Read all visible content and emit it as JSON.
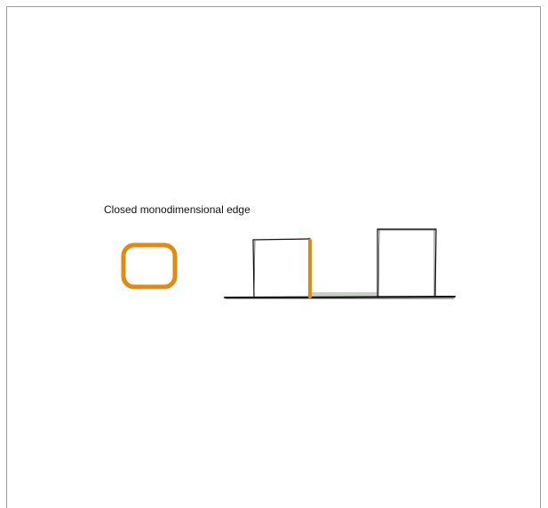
{
  "diagram": {
    "caption": "Closed monodimensional edge",
    "colors": {
      "edge": "#e08a12",
      "ink": "#111111",
      "gap_fill": "#c8cfc8",
      "frame": "#9a9a9a",
      "background": "#ffffff"
    },
    "elements": [
      "closed-edge-loop",
      "left-box",
      "right-box",
      "ground-line",
      "highlighted-edge",
      "gap-strip"
    ]
  }
}
